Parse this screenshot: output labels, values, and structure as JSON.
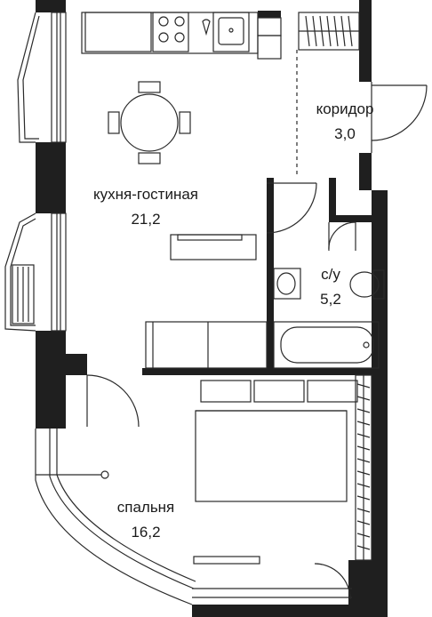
{
  "rooms": [
    {
      "id": "kitchen-living",
      "name": "кухня-гостиная",
      "area": "21,2"
    },
    {
      "id": "corridor",
      "name": "коридор",
      "area": "3,0"
    },
    {
      "id": "bathroom",
      "name": "с/у",
      "area": "5,2"
    },
    {
      "id": "bedroom",
      "name": "спальня",
      "area": "16,2"
    }
  ],
  "colors": {
    "wall": "#1f1f1f",
    "line": "#2a2a2a",
    "bg": "#ffffff"
  }
}
